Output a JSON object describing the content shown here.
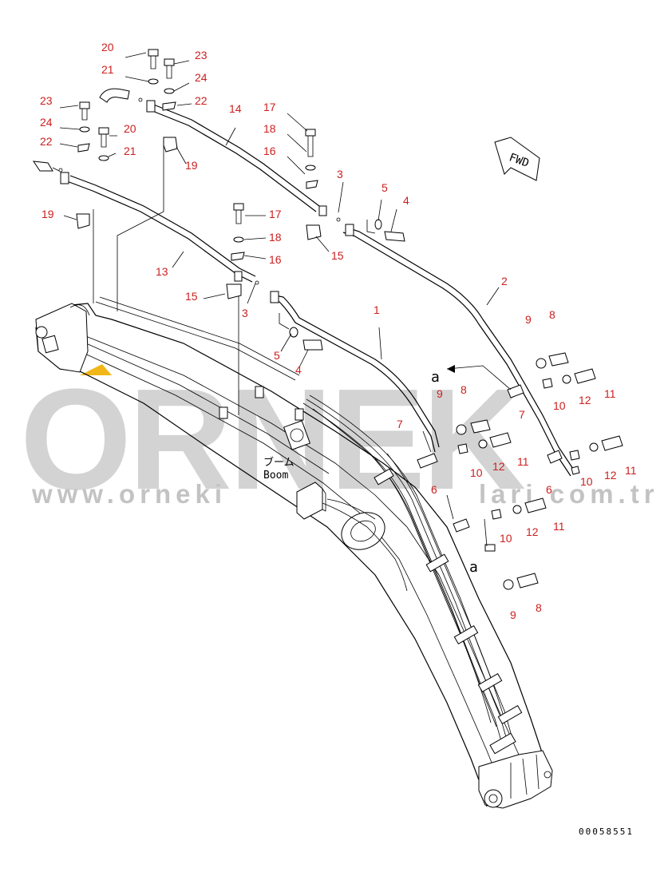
{
  "watermark": {
    "logo_text": "ORNEK",
    "url_text": "www.orneki s m a  a  a lari.com.tr",
    "url_visible": "www.orneki",
    "url_tail": "lari.com.tr",
    "color": "#c8c8c8",
    "accent_color": "#f0b000"
  },
  "labels": {
    "boom_jp": "ブーム",
    "boom_en": "Boom",
    "fwd": "FWD",
    "view_a": "a",
    "drawing_number": "00058551"
  },
  "callout_color": "#cc1f1f",
  "callouts": [
    {
      "id": "c20a",
      "text": "20"
    },
    {
      "id": "c23a",
      "text": "23"
    },
    {
      "id": "c21a",
      "text": "21"
    },
    {
      "id": "c24a",
      "text": "24"
    },
    {
      "id": "c22a",
      "text": "22"
    },
    {
      "id": "c14",
      "text": "14"
    },
    {
      "id": "c17a",
      "text": "17"
    },
    {
      "id": "c23b",
      "text": "23"
    },
    {
      "id": "c24b",
      "text": "24"
    },
    {
      "id": "c20b",
      "text": "20"
    },
    {
      "id": "c18a",
      "text": "18"
    },
    {
      "id": "c22b",
      "text": "22"
    },
    {
      "id": "c21b",
      "text": "21"
    },
    {
      "id": "c16a",
      "text": "16"
    },
    {
      "id": "c19a",
      "text": "19"
    },
    {
      "id": "c3a",
      "text": "3"
    },
    {
      "id": "c5a",
      "text": "5"
    },
    {
      "id": "c4a",
      "text": "4"
    },
    {
      "id": "c19b",
      "text": "19"
    },
    {
      "id": "c17b",
      "text": "17"
    },
    {
      "id": "c15a",
      "text": "15"
    },
    {
      "id": "c18b",
      "text": "18"
    },
    {
      "id": "c16b",
      "text": "16"
    },
    {
      "id": "c13",
      "text": "13"
    },
    {
      "id": "c2",
      "text": "2"
    },
    {
      "id": "c15b",
      "text": "15"
    },
    {
      "id": "c3b",
      "text": "3"
    },
    {
      "id": "c1",
      "text": "1"
    },
    {
      "id": "c8a",
      "text": "8"
    },
    {
      "id": "c9a",
      "text": "9"
    },
    {
      "id": "c5b",
      "text": "5"
    },
    {
      "id": "c4b",
      "text": "4"
    },
    {
      "id": "c12a",
      "text": "12"
    },
    {
      "id": "c11a",
      "text": "11"
    },
    {
      "id": "c9b",
      "text": "9"
    },
    {
      "id": "c8b",
      "text": "8"
    },
    {
      "id": "c7a",
      "text": "7"
    },
    {
      "id": "c10a",
      "text": "10"
    },
    {
      "id": "c7b",
      "text": "7"
    },
    {
      "id": "c11b",
      "text": "11"
    },
    {
      "id": "c12b",
      "text": "12"
    },
    {
      "id": "c10b",
      "text": "10"
    },
    {
      "id": "c6a",
      "text": "6"
    },
    {
      "id": "c10c",
      "text": "10"
    },
    {
      "id": "c12c",
      "text": "12"
    },
    {
      "id": "c11c",
      "text": "11"
    },
    {
      "id": "c6b",
      "text": "6"
    },
    {
      "id": "c11d",
      "text": "11"
    },
    {
      "id": "c10d",
      "text": "10"
    },
    {
      "id": "c12d",
      "text": "12"
    },
    {
      "id": "c9c",
      "text": "9"
    },
    {
      "id": "c8c",
      "text": "8"
    }
  ]
}
